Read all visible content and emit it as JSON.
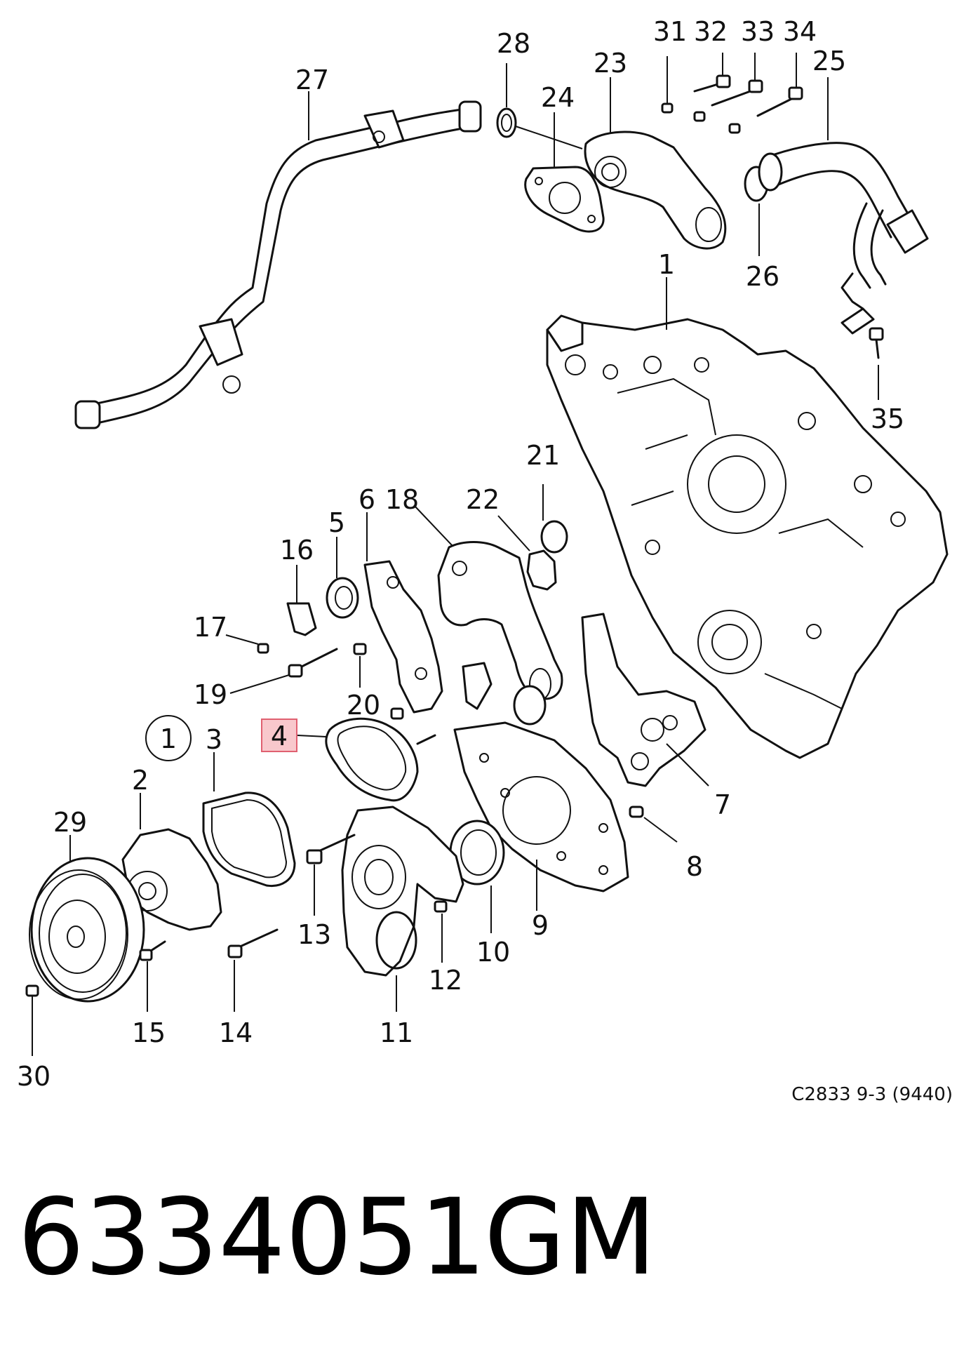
{
  "diagram": {
    "ref_code": "C2833 9-3 (9440)",
    "group_marker": "1",
    "highlight_color": "#e06070",
    "callouts": {
      "c1": "1",
      "c2": "2",
      "c3": "3",
      "c4": "4",
      "c5": "5",
      "c6": "6",
      "c7": "7",
      "c8": "8",
      "c9": "9",
      "c10": "10",
      "c11": "11",
      "c12": "12",
      "c13": "13",
      "c14": "14",
      "c15": "15",
      "c16": "16",
      "c17": "17",
      "c18": "18",
      "c19": "19",
      "c20": "20",
      "c21": "21",
      "c22": "22",
      "c23": "23",
      "c24": "24",
      "c25": "25",
      "c26": "26",
      "c27": "27",
      "c28": "28",
      "c29": "29",
      "c30": "30",
      "c31": "31",
      "c32": "32",
      "c33": "33",
      "c34": "34",
      "c35": "35"
    }
  },
  "footer": {
    "part_number": "6334051",
    "brand": "GM"
  }
}
